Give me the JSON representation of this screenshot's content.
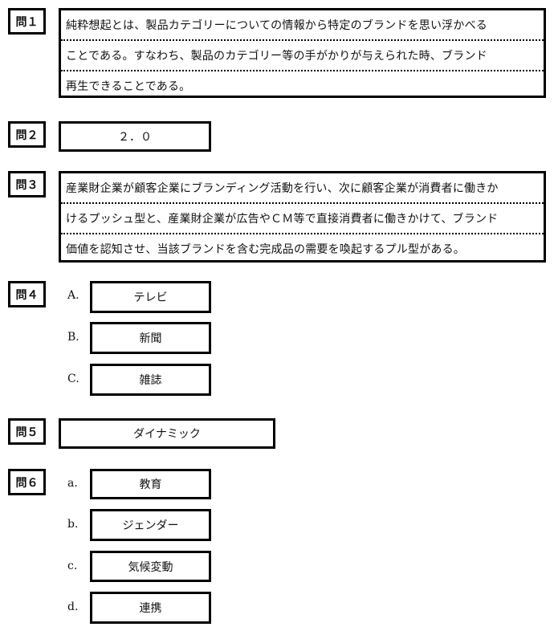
{
  "q1": {
    "label": "問１",
    "lines": [
      "純粋想起とは、製品カテゴリーについての情報から特定のブランドを思い浮かべる",
      "ことである。すなわち、製品のカテゴリー等の手がかりが与えられた時、ブランド",
      "再生できることである。"
    ]
  },
  "q2": {
    "label": "問２",
    "answer": "２．０"
  },
  "q3": {
    "label": "問３",
    "lines": [
      "産業財企業が顧客企業にブランディング活動を行い、次に顧客企業が消費者に働きか",
      "けるプッシュ型と、産業財企業が広告やＣＭ等で直接消費者に働きかけて、ブランド",
      "価値を認知させ、当該ブランドを含む完成品の需要を喚起するプル型がある。"
    ]
  },
  "q4": {
    "label": "問４",
    "items": [
      {
        "key": "A.",
        "answer": "テレビ"
      },
      {
        "key": "B.",
        "answer": "新聞"
      },
      {
        "key": "C.",
        "answer": "雑誌"
      }
    ]
  },
  "q5": {
    "label": "問５",
    "answer": "ダイナミック"
  },
  "q6": {
    "label": "問６",
    "items": [
      {
        "key": "a.",
        "answer": "教育"
      },
      {
        "key": "b.",
        "answer": "ジェンダー"
      },
      {
        "key": "c.",
        "answer": "気候変動"
      },
      {
        "key": "d.",
        "answer": "連携"
      }
    ]
  }
}
